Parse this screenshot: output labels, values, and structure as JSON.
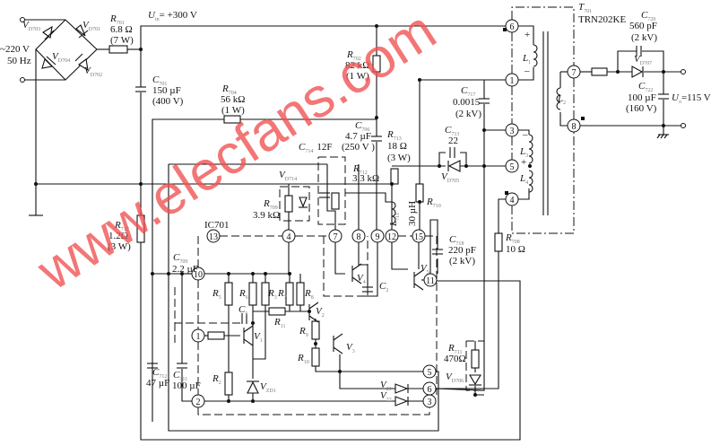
{
  "mains": {
    "voltage": "~220 V",
    "frequency": "50 Hz"
  },
  "bus": {
    "sym": "U",
    "sub": "in",
    "value": "= +300 V"
  },
  "output": {
    "sym": "U",
    "sub": "o",
    "value": "=115 V"
  },
  "ic": {
    "name": "IC701"
  },
  "transformer": {
    "sym": "T",
    "sub": "701",
    "part": "TRN202KE"
  },
  "components": {
    "VD703": {
      "sym": "V",
      "sub": "D703"
    },
    "VD701": {
      "sym": "V",
      "sub": "D701"
    },
    "VD704": {
      "sym": "V",
      "sub": "D704"
    },
    "VD702": {
      "sym": "V",
      "sub": "D702"
    },
    "R701": {
      "sym": "R",
      "sub": "701",
      "value": "6.8 Ω",
      "rating": "(7 W)"
    },
    "C701": {
      "sym": "C",
      "sub": "701",
      "value": "150 µF",
      "rating": "(400 V)"
    },
    "R704": {
      "sym": "R",
      "sub": "704",
      "value": "56 kΩ",
      "rating": "(1 W)"
    },
    "R702": {
      "sym": "R",
      "sub": "702",
      "value": "82 kΩ",
      "rating": "(1 W)"
    },
    "C706": {
      "sym": "C",
      "sub": "706",
      "value": "4.7 µF",
      "rating": "(250 V )"
    },
    "C714": {
      "sym": "C",
      "sub": "714",
      "value": "12F"
    },
    "R713": {
      "sym": "R",
      "sub": "713",
      "value": "18 Ω",
      "rating": "(3 W)"
    },
    "R712": {
      "sym": "R",
      "sub": "712",
      "value": "3.3 kΩ"
    },
    "VD714": {
      "sym": "V",
      "sub": "D714"
    },
    "R709": {
      "sym": "R",
      "sub": "709",
      "value": "3.9 kΩ"
    },
    "R717": {
      "sym": "R",
      "sub": "717",
      "value": "1.2Ω",
      "rating": "(3 W)"
    },
    "C709": {
      "sym": "C",
      "sub": "709",
      "value": "2.2 µF"
    },
    "C717": {
      "sym": "C",
      "sub": "717",
      "value": "0.0015",
      "rating": "(2 kV)"
    },
    "C713": {
      "sym": "C",
      "sub": "713",
      "value": "22"
    },
    "VD705": {
      "sym": "V",
      "sub": "D705"
    },
    "R710": {
      "sym": "R",
      "sub": "710"
    },
    "L711": {
      "sym": "L",
      "sub": "711",
      "value": "30 µH"
    },
    "C718": {
      "sym": "C",
      "sub": "718",
      "value": "220 pF",
      "rating": "(2 kV)"
    },
    "R708": {
      "sym": "R",
      "sub": "708",
      "value": "10 Ω"
    },
    "R711": {
      "sym": "R",
      "sub": "711",
      "value": "470Ω"
    },
    "VD706": {
      "sym": "V",
      "sub": "D706"
    },
    "C712": {
      "sym": "C",
      "sub": "712",
      "value": "47 µF"
    },
    "C711": {
      "sym": "C",
      "sub": "711",
      "value": "100 µF"
    },
    "VZD1": {
      "sym": "V",
      "sub": "ZD1"
    },
    "V21": {
      "sym": "V",
      "sub": "21"
    },
    "V22": {
      "sym": "V",
      "sub": "22"
    },
    "C720": {
      "sym": "C",
      "sub": "720",
      "value": "560 pF",
      "rating": "(2 kV)"
    },
    "VD707": {
      "sym": "V",
      "sub": "D707"
    },
    "C722": {
      "sym": "C",
      "sub": "722",
      "value": "100 µF",
      "rating": "(160 V)"
    },
    "L1": {
      "sym": "L",
      "sub": "1"
    },
    "L2": {
      "sym": "L",
      "sub": "2"
    },
    "L3": {
      "sym": "L",
      "sub": "3"
    },
    "L4": {
      "sym": "L",
      "sub": "4"
    },
    "V1": {
      "sym": "V",
      "sub": "1"
    },
    "V2": {
      "sym": "V",
      "sub": "2"
    },
    "V3": {
      "sym": "V",
      "sub": "3"
    },
    "V4": {
      "sym": "V",
      "sub": "4"
    },
    "V5": {
      "sym": "V",
      "sub": "5"
    },
    "C1": {
      "sym": "C",
      "sub": "1"
    },
    "C2": {
      "sym": "C",
      "sub": "2"
    },
    "R2": {
      "sym": "R",
      "sub": "2"
    },
    "R3": {
      "sym": "R",
      "sub": "3"
    },
    "R5": {
      "sym": "R",
      "sub": "5"
    },
    "R6": {
      "sym": "R",
      "sub": "6"
    },
    "R7": {
      "sym": "R",
      "sub": "7"
    },
    "R8": {
      "sym": "R",
      "sub": "8"
    },
    "R9": {
      "sym": "R",
      "sub": "9"
    },
    "R10": {
      "sym": "R",
      "sub": "10"
    },
    "R11": {
      "sym": "R",
      "sub": "11"
    }
  },
  "pins": [
    "1",
    "2",
    "3",
    "4",
    "5",
    "6",
    "7",
    "8",
    "9",
    "10",
    "11",
    "12",
    "13",
    "15"
  ],
  "transformer_pins": [
    "6",
    "1",
    "3",
    "5",
    "4",
    "7",
    "8"
  ],
  "polarity": {
    "plus": "+",
    "minus": "–"
  },
  "watermark": "www.elecfans.com"
}
